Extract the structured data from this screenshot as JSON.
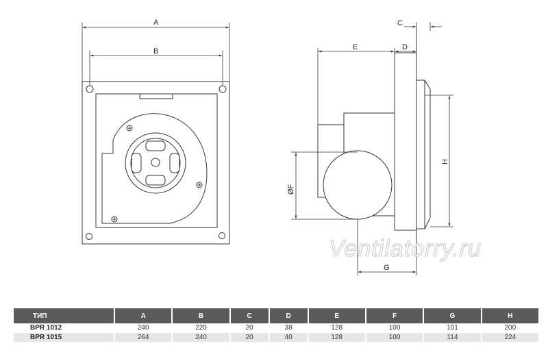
{
  "drawing": {
    "labels": {
      "A": "A",
      "B": "B",
      "C": "C",
      "D": "D",
      "E": "E",
      "F": "ØF",
      "G": "G",
      "H": "H"
    },
    "watermark": "Ventilatorry.ru"
  },
  "table": {
    "headers": [
      "ТИП",
      "A",
      "B",
      "C",
      "D",
      "E",
      "F",
      "G",
      "H"
    ],
    "rows": [
      [
        "BPR 1012",
        "240",
        "220",
        "20",
        "38",
        "128",
        "100",
        "101",
        "200"
      ],
      [
        "BPR 1015",
        "264",
        "240",
        "20",
        "40",
        "128",
        "100",
        "114",
        "224"
      ]
    ]
  }
}
